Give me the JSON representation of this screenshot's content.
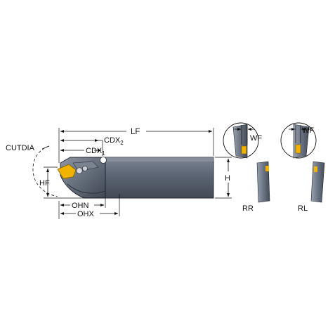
{
  "colors": {
    "body_dark": "#4a5260",
    "body_mid": "#6b7483",
    "body_light": "#9aa2ae",
    "insert_gold": "#f0b400",
    "insert_shadow": "#a67c00",
    "outline": "#111111"
  },
  "labels": {
    "lf": "LF",
    "cdx2_main": "CDX",
    "cdx2_sub": "2",
    "cdx1_main": "CDX",
    "cdx1_sub": "1",
    "cutdia": "CUTDIA",
    "hf": "HF",
    "h": "H",
    "ohn": "OHN",
    "ohx": "OHX",
    "wf_left": "WF",
    "wf_right": "WF",
    "rr": "RR",
    "rl": "RL"
  }
}
